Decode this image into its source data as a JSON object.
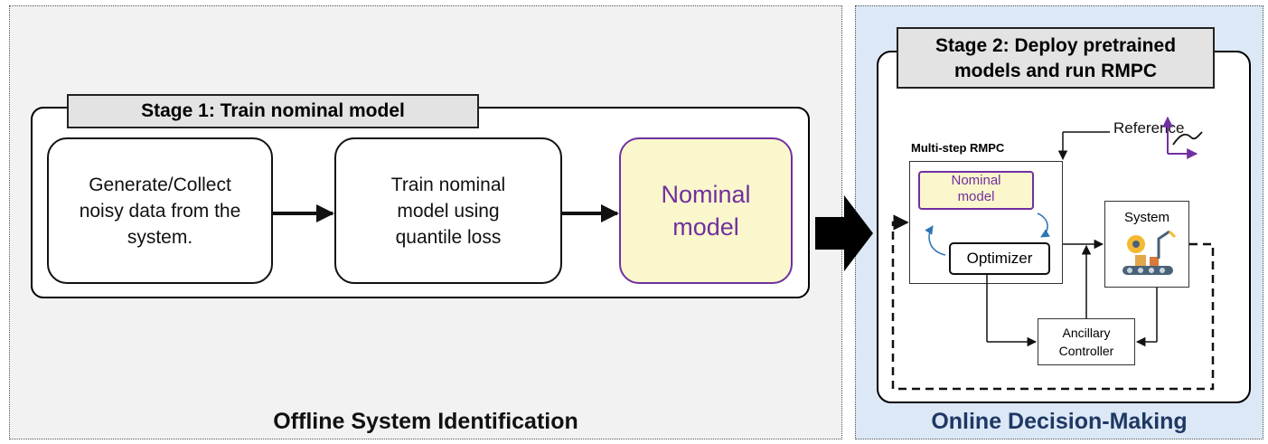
{
  "offline": {
    "caption": "Offline System Identification",
    "stage_title": "Stage 1:  Train nominal model",
    "steps": [
      {
        "lines": [
          "Generate/Collect",
          "noisy data from the",
          "system."
        ]
      },
      {
        "lines": [
          "Train nominal",
          "model using",
          "quantile loss"
        ]
      },
      {
        "lines": [
          "Nominal",
          "model"
        ]
      }
    ]
  },
  "online": {
    "caption": "Online Decision-Making",
    "stage_title_lines": [
      "Stage 2: Deploy pretrained",
      "models and run RMPC"
    ],
    "reference_label": "Reference",
    "rmpc_label": "Multi-step RMPC",
    "nominal_lines": [
      "Nominal",
      "model"
    ],
    "optimizer_label": "Optimizer",
    "system_label": "System",
    "ancillary_lines": [
      "Ancillary",
      "Controller"
    ]
  },
  "colors": {
    "left_panel_bg": "#f2f2f2",
    "right_panel_bg": "#dce8f5",
    "nominal_fill": "#fbf7cc",
    "nominal_accent": "#7030a0",
    "caption_right": "#1f3864"
  }
}
